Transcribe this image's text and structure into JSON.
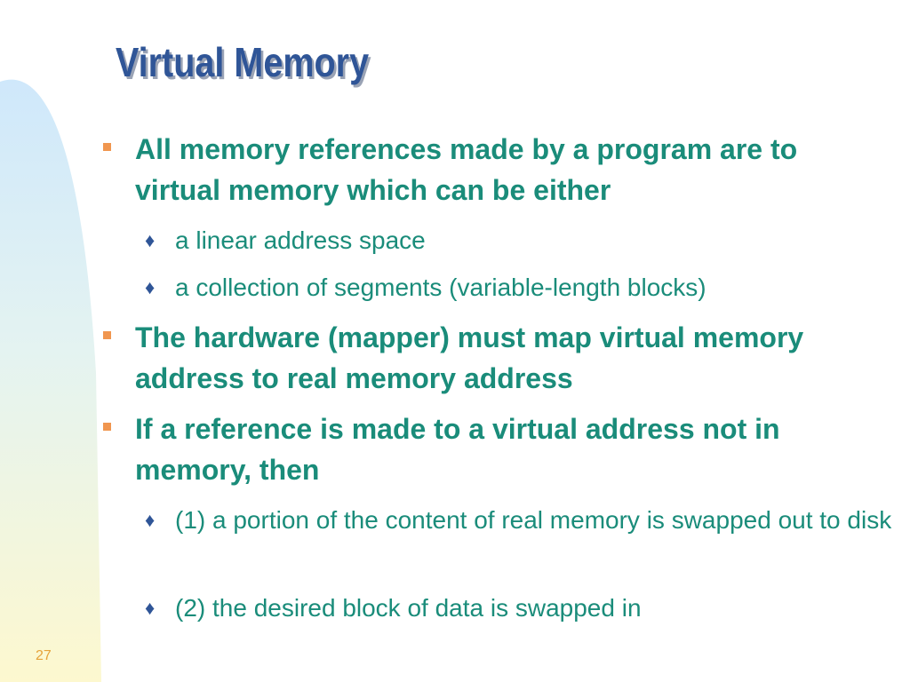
{
  "slide": {
    "title": "Virtual Memory",
    "number": "27"
  },
  "bullets": [
    {
      "text": "All memory references made by a program are to virtual memory which can be either"
    },
    {
      "text": "a linear address space"
    },
    {
      "text": "a collection of segments (variable-length blocks)"
    },
    {
      "text": "The hardware (mapper) must map virtual memory address to real memory address"
    },
    {
      "text": "If a reference is made to a virtual address not in memory, then"
    },
    {
      "text": "(1) a portion of the content of real memory is swapped out to disk"
    },
    {
      "text": "(2) the desired block of data is swapped in"
    }
  ],
  "colors": {
    "title": "#2f5597",
    "text": "#1a8c7a",
    "square_bullet": "#f0964f",
    "diamond_bullet": "#2f5597",
    "slide_number": "#e6a33a"
  }
}
